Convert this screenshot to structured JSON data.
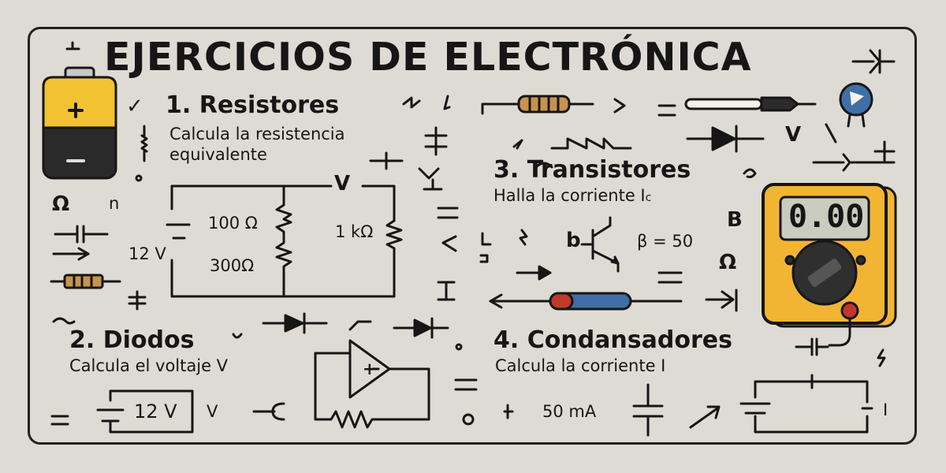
{
  "title": "EJERCICIOS DE ELECTRÓNICA",
  "sections": [
    {
      "heading": "1. Resistores",
      "task": "Calcula la resistencia",
      "task_line2": "equivalente"
    },
    {
      "heading": "2. Diodos",
      "task": "Calcula el voltaje V"
    },
    {
      "heading": "3. Transistores",
      "task": "Halla la corriente I",
      "task_sub": "c"
    },
    {
      "heading": "4. Condansadores",
      "task": "Calcula la corriente I"
    }
  ],
  "circuit1": {
    "source": "12 V",
    "r1": "100 Ω",
    "r2": "300Ω",
    "r3": "1 kΩ",
    "node": "V"
  },
  "circuit2": {
    "source": "12 V",
    "node": "V",
    "opamp_sign": "+"
  },
  "transistor": {
    "beta": "β = 50"
  },
  "capacitor": {
    "current": "50 mA",
    "node": "I"
  },
  "multimeter": {
    "display": "0.00"
  },
  "battery": {
    "plus": "+",
    "minus": "−"
  },
  "doodles": {
    "omega": "Ω",
    "omega2": "Ω",
    "letter_b": "B",
    "letter_v": "V",
    "letter_n": "n",
    "check": "✓"
  },
  "colors": {
    "background": "#dedbd4",
    "ink": "#161616",
    "battery_yellow": "#f1c232",
    "meter_yellow": "#f2b533",
    "meter_screen": "#c9ccbf",
    "resistor": "#c8934f",
    "diode_body": "#3f6fa6",
    "probe_red": "#c0392b"
  }
}
